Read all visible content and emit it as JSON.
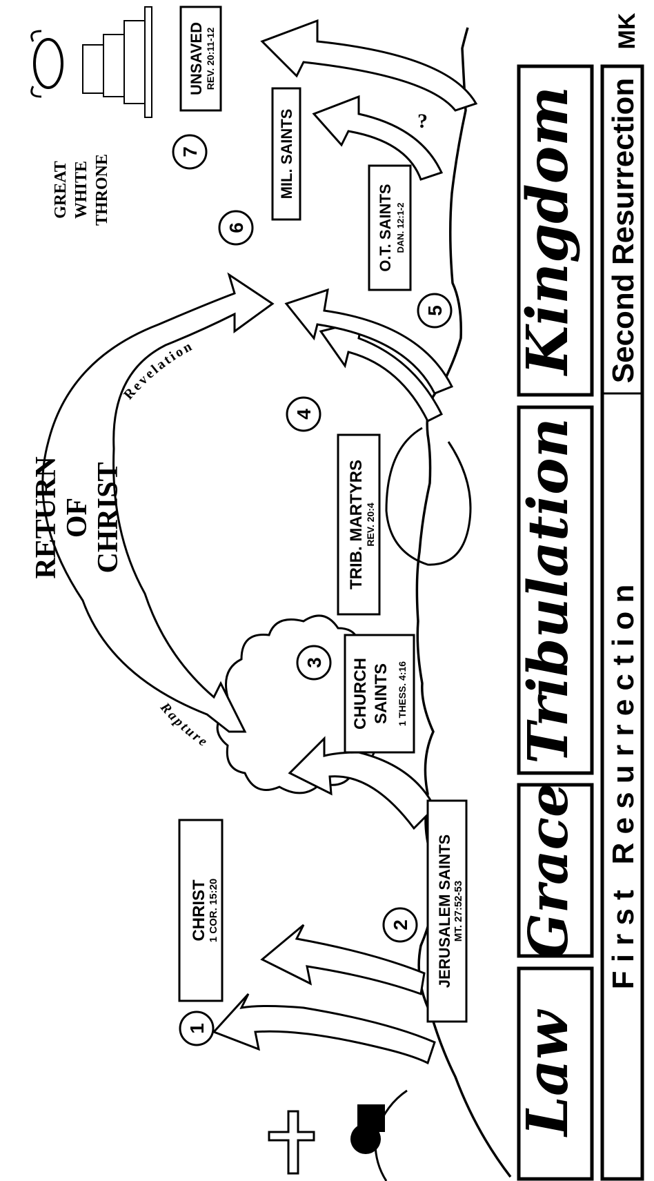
{
  "title": {
    "line1": "RETURN",
    "line2": "OF",
    "line3": "CHRIST"
  },
  "arcs": {
    "rapture": "Rapture",
    "revelation": "Revelation"
  },
  "throne": {
    "line1": "GREAT",
    "line2": "WHITE",
    "line3": "THRONE"
  },
  "question_mark": "?",
  "signature": "MK",
  "markers": [
    "1",
    "2",
    "3",
    "4",
    "5",
    "6",
    "7"
  ],
  "groups": [
    {
      "name": "CHRIST",
      "ref": "1 COR. 15:20"
    },
    {
      "name": "JERUSALEM SAINTS",
      "ref": "MT. 27:52-53"
    },
    {
      "name_line1": "CHURCH",
      "name_line2": "SAINTS",
      "ref": "1 THESS. 4:16"
    },
    {
      "name": "TRIB. MARTYRS",
      "ref": "REV. 20:4"
    },
    {
      "name": "O.T. SAINTS",
      "ref": "DAN. 12:1-2"
    },
    {
      "name": "MIL. SAINTS",
      "ref": ""
    },
    {
      "name": "UNSAVED",
      "ref": "REV. 20:11-12"
    }
  ],
  "eras": [
    "Law",
    "Grace",
    "Tribulation",
    "Kingdom"
  ],
  "resurrections": {
    "first": "F i r s t   R e s u r r e c t i o n",
    "second": "Second Resurrection"
  }
}
